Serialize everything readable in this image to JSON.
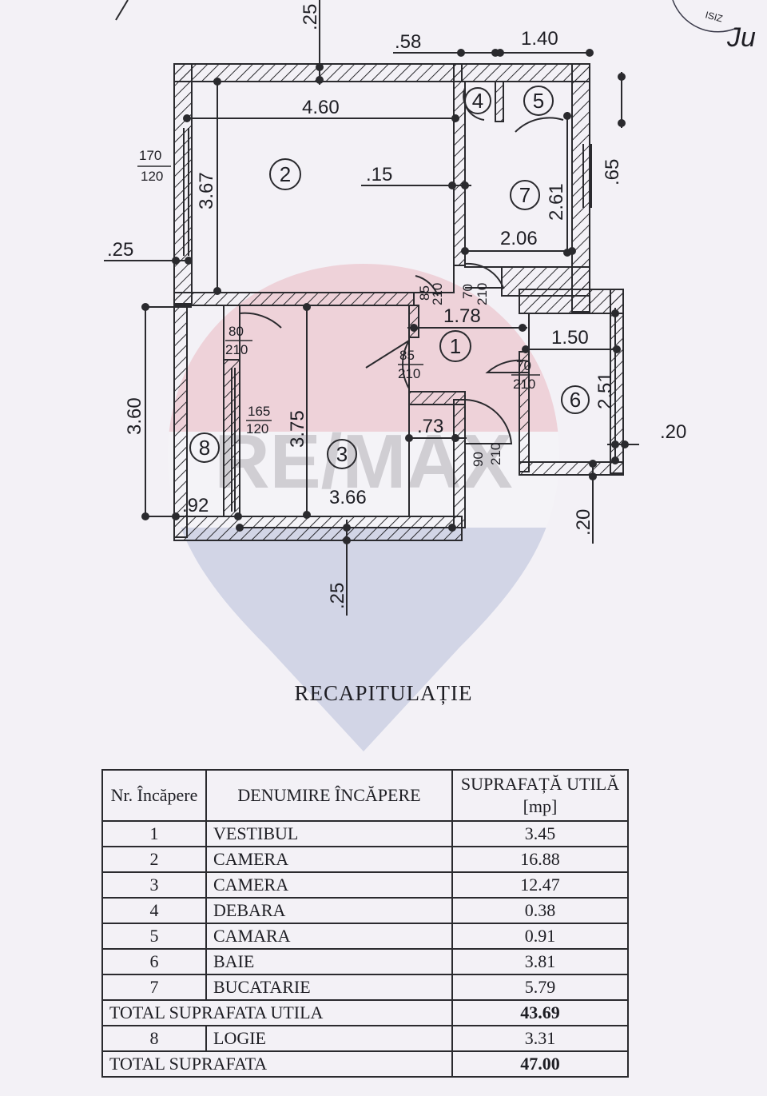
{
  "plan": {
    "dims": {
      "top_wall": ".25",
      "d058": ".58",
      "d140": "1.40",
      "d460": "4.60",
      "d367": "3.67",
      "d015": ".15",
      "d261": "2.61",
      "d206": "2.06",
      "d065": ".65",
      "d025_left": ".25",
      "d178": "1.78",
      "d150": "1.50",
      "d360": "3.60",
      "d375": "3.75",
      "d073": ".73",
      "d251": "2.51",
      "d020_right": ".20",
      "d092": ".92",
      "d366": "3.66",
      "d020_bottom": ".20",
      "d025_bottom": ".25"
    },
    "openings": {
      "w_170": "170",
      "w_120a": "120",
      "d_80": "80",
      "d_210a": "210",
      "w_165": "165",
      "w_120b": "120",
      "d_85a": "85",
      "d_210b": "210",
      "d_85b": "85",
      "d_210c": "210",
      "d_70a": "70",
      "d_210d": "210",
      "d_70b": "70",
      "d_210e": "210",
      "d_90": "90",
      "d_210f": "210"
    },
    "rooms": [
      "1",
      "2",
      "3",
      "4",
      "5",
      "6",
      "7",
      "8"
    ],
    "watermark_text": "RE/MAX",
    "colors": {
      "wall": "#2a2a2e",
      "watermark_red": "#d9364a",
      "watermark_blue": "#2a4a9a"
    }
  },
  "signature": {
    "stamp_text": "ISIZ",
    "handwriting": "Ju"
  },
  "recap": {
    "title": "RECAPITULAȚIE",
    "headers": {
      "nr": "Nr. Încăpere",
      "name": "DENUMIRE ÎNCĂPERE",
      "area": "SUPRAFAȚĂ UTILĂ [mp]"
    },
    "rows": [
      {
        "nr": "1",
        "name": "VESTIBUL",
        "area": "3.45"
      },
      {
        "nr": "2",
        "name": "CAMERA",
        "area": "16.88"
      },
      {
        "nr": "3",
        "name": "CAMERA",
        "area": "12.47"
      },
      {
        "nr": "4",
        "name": "DEBARA",
        "area": "0.38"
      },
      {
        "nr": "5",
        "name": "CAMARA",
        "area": "0.91"
      },
      {
        "nr": "6",
        "name": "BAIE",
        "area": "3.81"
      },
      {
        "nr": "7",
        "name": "BUCATARIE",
        "area": "5.79"
      }
    ],
    "total_utila": {
      "label": "TOTAL SUPRAFATA UTILA",
      "value": "43.69"
    },
    "logie": {
      "nr": "8",
      "name": "LOGIE",
      "area": "3.31"
    },
    "total": {
      "label": "TOTAL SUPRAFATA",
      "value": "47.00"
    }
  }
}
